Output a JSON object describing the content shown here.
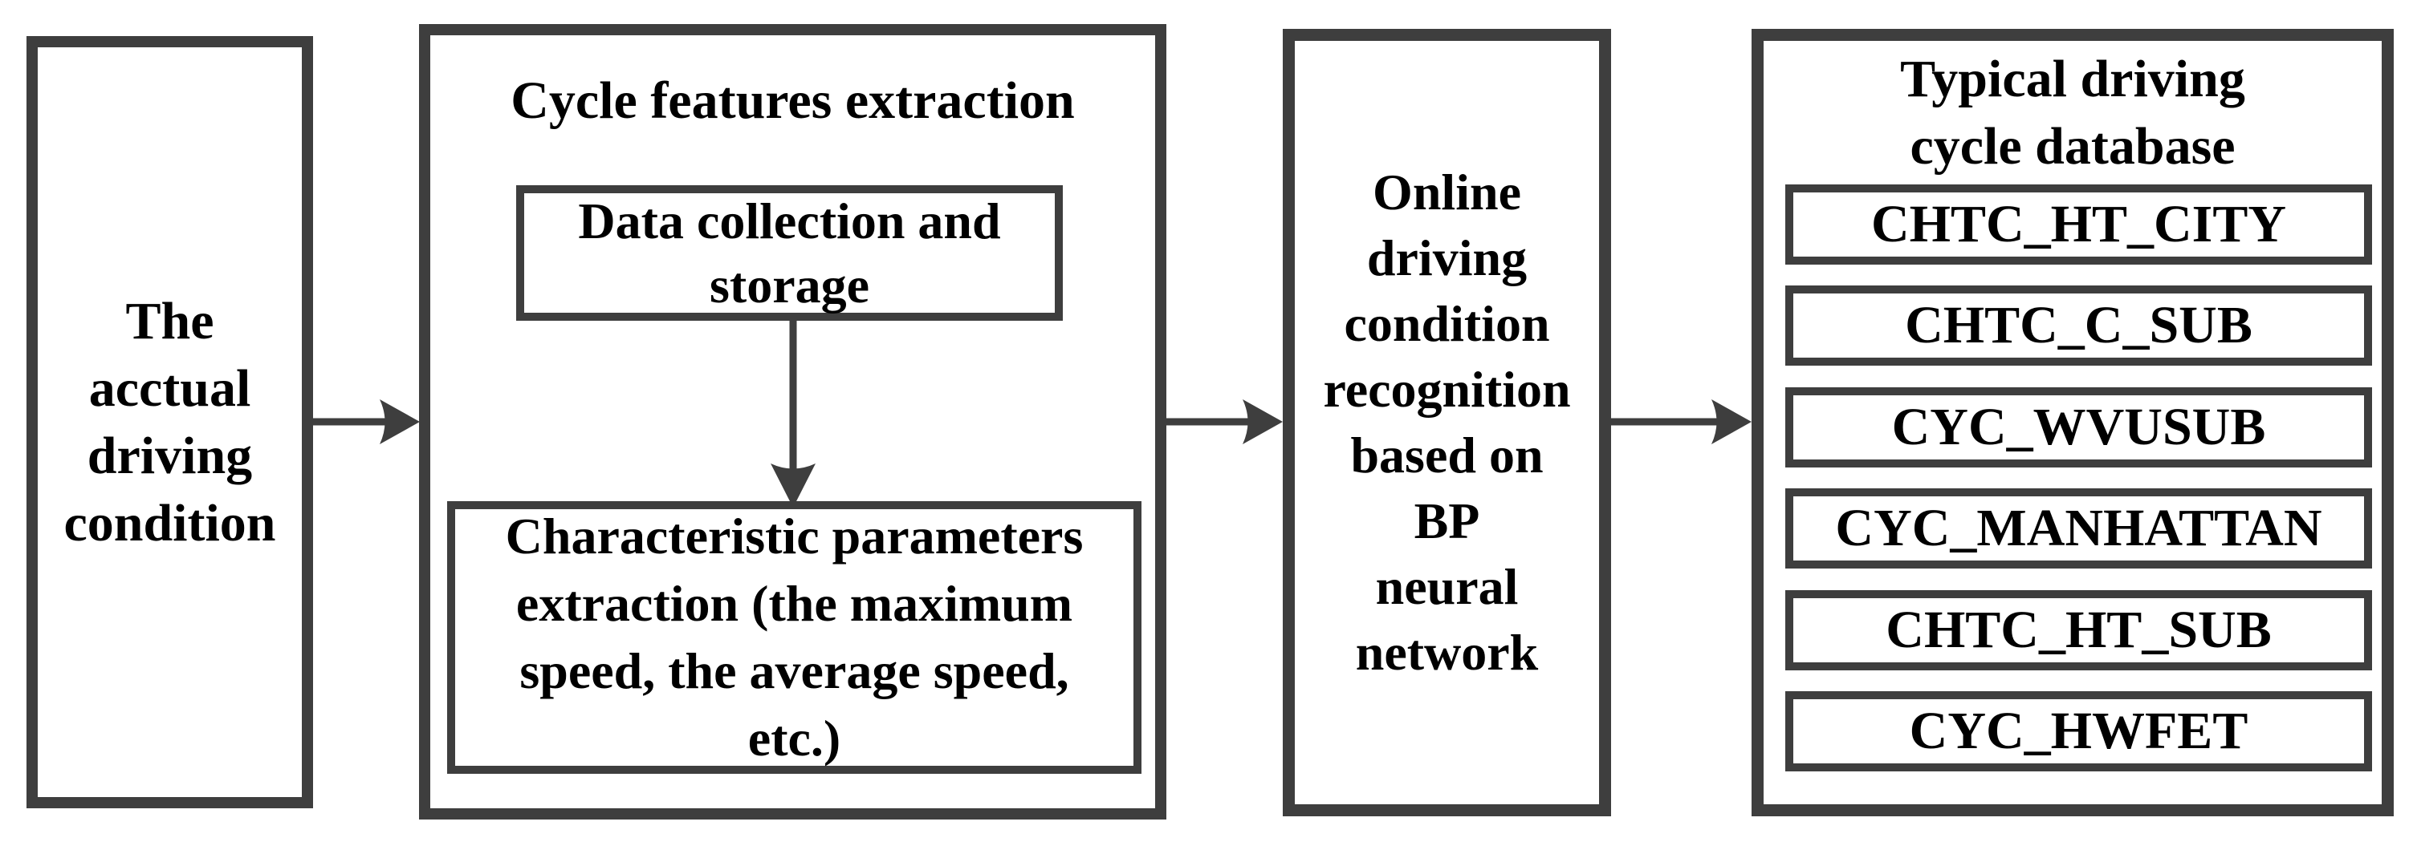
{
  "colors": {
    "border": "#3e3e3e",
    "arrow": "#3e3e3e",
    "text": "#000000",
    "background": "#ffffff"
  },
  "diagram": {
    "actual_box": {
      "lines": [
        "The",
        "acctual",
        "driving",
        "condition"
      ]
    },
    "cycle_features_box": {
      "title": "Cycle features extraction",
      "data_collection_box": {
        "lines": [
          "Data collection and",
          "storage"
        ]
      },
      "characteristic_box": {
        "lines": [
          "Characteristic parameters",
          "extraction (the maximum",
          "speed, the average speed,",
          "etc.)"
        ]
      }
    },
    "recognition_box": {
      "lines": [
        "Online",
        "driving",
        "condition",
        "recognition",
        "based on",
        "BP",
        "neural",
        "network"
      ]
    },
    "database_box": {
      "title_lines": [
        "Typical driving",
        "cycle database"
      ],
      "items": [
        "CHTC_HT_CITY",
        "CHTC_C_SUB",
        "CYC_WVUSUB",
        "CYC_MANHATTAN",
        "CHTC_HT_SUB",
        "CYC_HWFET"
      ]
    }
  }
}
